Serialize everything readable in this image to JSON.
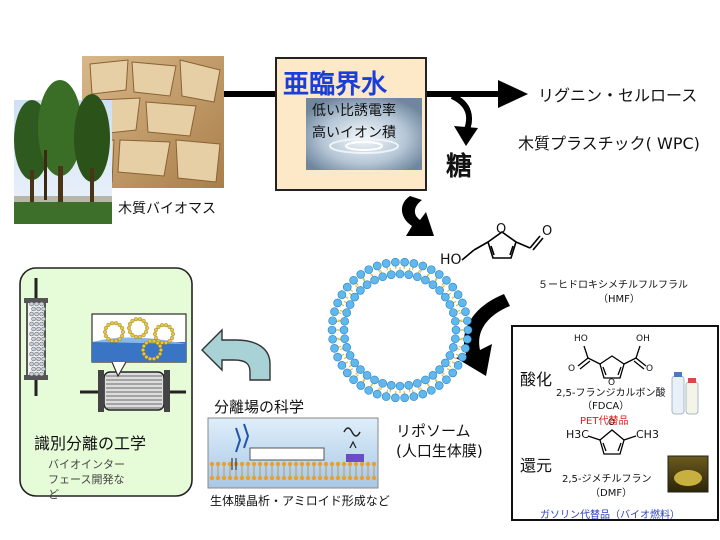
{
  "biomass": {
    "label": "木質バイオマス"
  },
  "subcritical": {
    "title": "亜臨界水",
    "line1": "低い比誘電率",
    "line2": "高いイオン積"
  },
  "outputs": {
    "lignin": "リグニン・セルロース",
    "wpc": "木質プラスチック( WPC)",
    "sugar": "糖"
  },
  "hmf": {
    "name": "５ーヒドロキシメチルフルフラル",
    "abbr": "（HMF）",
    "atom_ho": "HO",
    "atom_o_ring": "O",
    "atom_o_ald": "O"
  },
  "liposome": {
    "line1": "リポソーム",
    "line2": "(人口生体膜)"
  },
  "separation_field": {
    "title": "分離場の科学",
    "caption": "生体膜晶析・アミロイド形成など"
  },
  "left_box": {
    "title": "識別分離の工学",
    "sub_line1": "バイオインター",
    "sub_line2": "フェース開発な",
    "sub_line3": "ど"
  },
  "products": {
    "oxidation": "酸化",
    "fdca_name": "2,5-フランジカルボン酸",
    "fdca_abbr": "（FDCA）",
    "fdca_use": "PET代替品",
    "reduction": "還元",
    "dmf_name": "2,5-ジメチルフラン",
    "dmf_abbr": "（DMF）",
    "dmf_use": "ガソリン代替品（バイオ燃料）",
    "atom_ho1": "HO",
    "atom_oh": "OH",
    "atom_o1": "O",
    "atom_o2": "O",
    "atom_o3": "O",
    "atom_h3c": "H3C",
    "atom_ch3": "CH3",
    "atom_o4": "O"
  },
  "colors": {
    "box_fill": "#fde9c8",
    "box_border": "#222222",
    "title_blue": "#1a3fd8",
    "left_box_fill": "#e6fbd8",
    "pet_red": "#e02020",
    "gasoline_blue": "#2a3fc0"
  }
}
